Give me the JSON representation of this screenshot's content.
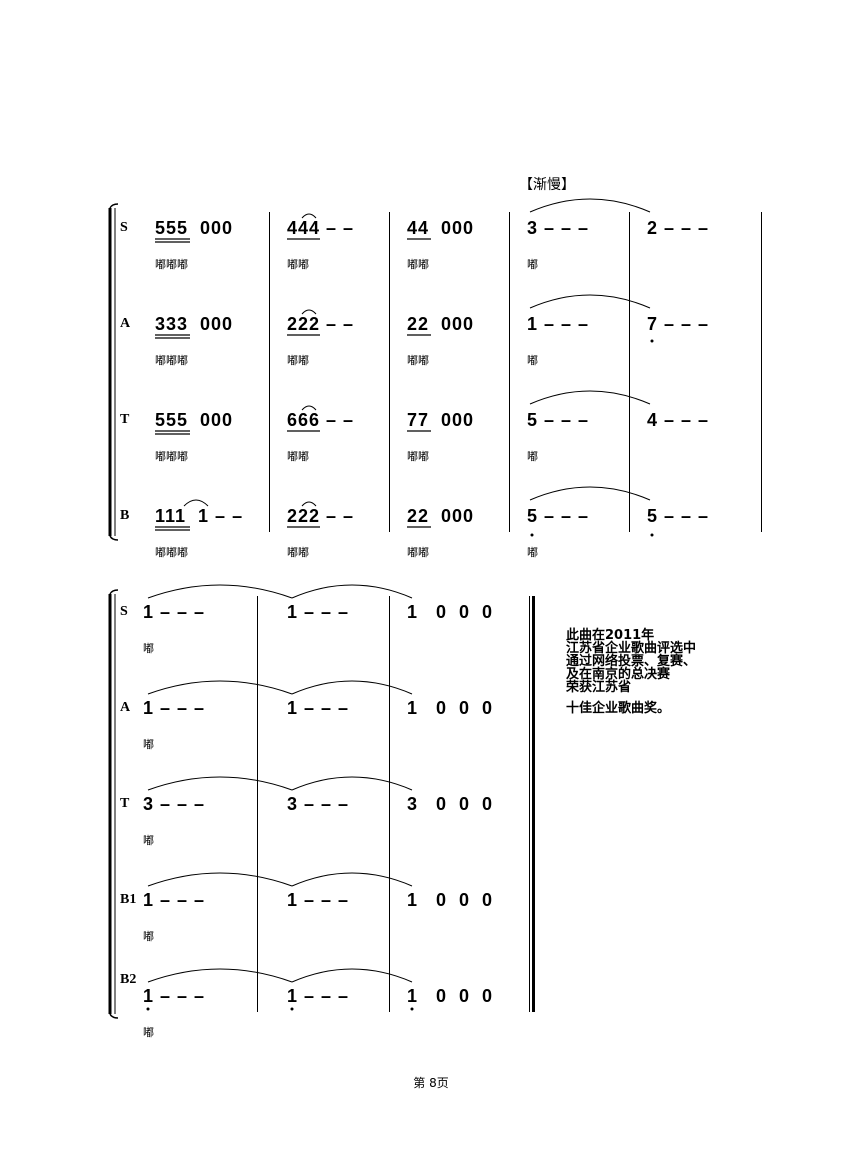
{
  "tempo_mark": "【渐慢】",
  "system1": {
    "voices": [
      {
        "label": "S",
        "m1": "555  000",
        "m2": "444 – –",
        "m3": "44  000",
        "m4": "3 – – –",
        "m5": "2 – – –",
        "l1": "嘟嘟嘟",
        "l2": "嘟嘟",
        "l3": "嘟嘟",
        "l4": "嘟"
      },
      {
        "label": "A",
        "m1": "333  000",
        "m2": "222 – –",
        "m3": "22  000",
        "m4": "1 – – –",
        "m5": "7 – – –",
        "l1": "嘟嘟嘟",
        "l2": "嘟嘟",
        "l3": "嘟嘟",
        "l4": "嘟"
      },
      {
        "label": "T",
        "m1": "555  000",
        "m2": "666 – –",
        "m3": "77  000",
        "m4": "5 – – –",
        "m5": "4 – – –",
        "l1": "嘟嘟嘟",
        "l2": "嘟嘟",
        "l3": "嘟嘟",
        "l4": "嘟"
      },
      {
        "label": "B",
        "m1": "111  1 – –",
        "m2": "222 – –",
        "m3": "22  000",
        "m4": "5 – – –",
        "m5": "5 – – –",
        "l1": "嘟嘟嘟",
        "l2": "嘟嘟",
        "l3": "嘟嘟",
        "l4": "嘟"
      }
    ]
  },
  "system2": {
    "voices": [
      {
        "label": "S",
        "m1": "1 – – –",
        "m2": "1 – – –",
        "m3": "1   0  0  0",
        "lyric": "嘟"
      },
      {
        "label": "A",
        "m1": "1 – – –",
        "m2": "1 – – –",
        "m3": "1   0  0  0",
        "lyric": "嘟"
      },
      {
        "label": "T",
        "m1": "3 – – –",
        "m2": "3 – – –",
        "m3": "3   0  0  0",
        "lyric": "嘟"
      },
      {
        "label": "B1",
        "m1": "1 – – –",
        "m2": "1 – – –",
        "m3": "1   0  0  0",
        "lyric": "嘟"
      },
      {
        "label": "B2",
        "m1": "1 – – –",
        "m2": "1 – – –",
        "m3": "1   0  0  0",
        "lyric": "嘟"
      }
    ]
  },
  "side_note": {
    "lines": [
      "此曲在2011年",
      "江苏省企业歌曲评选中",
      "通过网络投票、复赛、",
      "及在南京的总决赛",
      "荣获江苏省"
    ],
    "last_line": "十佳企业歌曲奖。"
  },
  "footer": "第 8页"
}
